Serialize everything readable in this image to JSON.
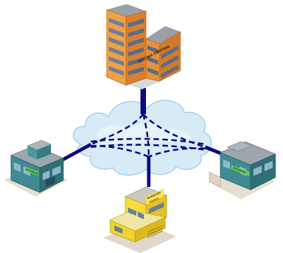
{
  "diagram": {
    "hq": {
      "label": "OFICINA CENTRAL",
      "color": "#f0a048"
    },
    "branch_left": {
      "label": "SUCURSAL",
      "color": "#3f8a93"
    },
    "branch_right": {
      "label": "SUCURSAL",
      "color": "#3f8a93"
    },
    "warehouse": {
      "label": "ALMACÉN",
      "sublabel": "BODEGA",
      "color": "#f7dc3a"
    },
    "cloud": {
      "color": "#d7ebf7"
    },
    "link_color": "#0a0a80"
  }
}
